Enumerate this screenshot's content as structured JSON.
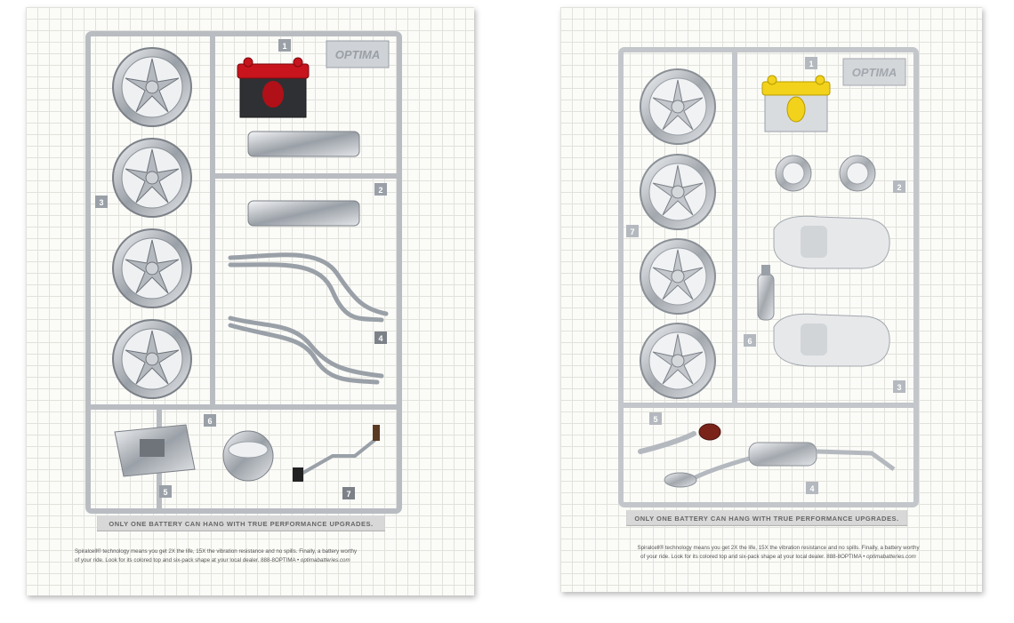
{
  "left_ad": {
    "part_numbers": [
      "1",
      "2",
      "3",
      "4",
      "5",
      "6",
      "7"
    ],
    "logo_text": "OPTIMA",
    "tagline": "ONLY ONE BATTERY CAN HANG WITH TRUE PERFORMANCE UPGRADES.",
    "body_line1": "Spiralcell® technology means you get 2X the life, 15X the vibration resistance and no spills. Finally, a battery worthy",
    "body_line2": "of your ride. Look for its colored top and six-pack shape at your local dealer. 888-8OPTIMA • ",
    "url": "optimabatteries.com",
    "battery_top_color": "#c8141c"
  },
  "right_ad": {
    "part_numbers": [
      "1",
      "2",
      "3",
      "4",
      "5",
      "6",
      "7"
    ],
    "logo_text": "OPTIMA",
    "tagline": "ONLY ONE BATTERY CAN HANG WITH TRUE PERFORMANCE UPGRADES.",
    "body_line1": "Spiralcell® technology means you get 2X the life, 15X the vibration resistance and no spills. Finally, a battery worthy",
    "body_line2": "of your ride. Look for its colored top and six-pack shape at your local dealer. 888-8OPTIMA • ",
    "url": "optimabatteries.com",
    "battery_top_color": "#f2d21b"
  },
  "colors": {
    "sprue": "#c9ccd0",
    "sprue_shadow": "#9ea2a8",
    "chrome": "#d9dce0",
    "chrome_dark": "#7c8188"
  }
}
